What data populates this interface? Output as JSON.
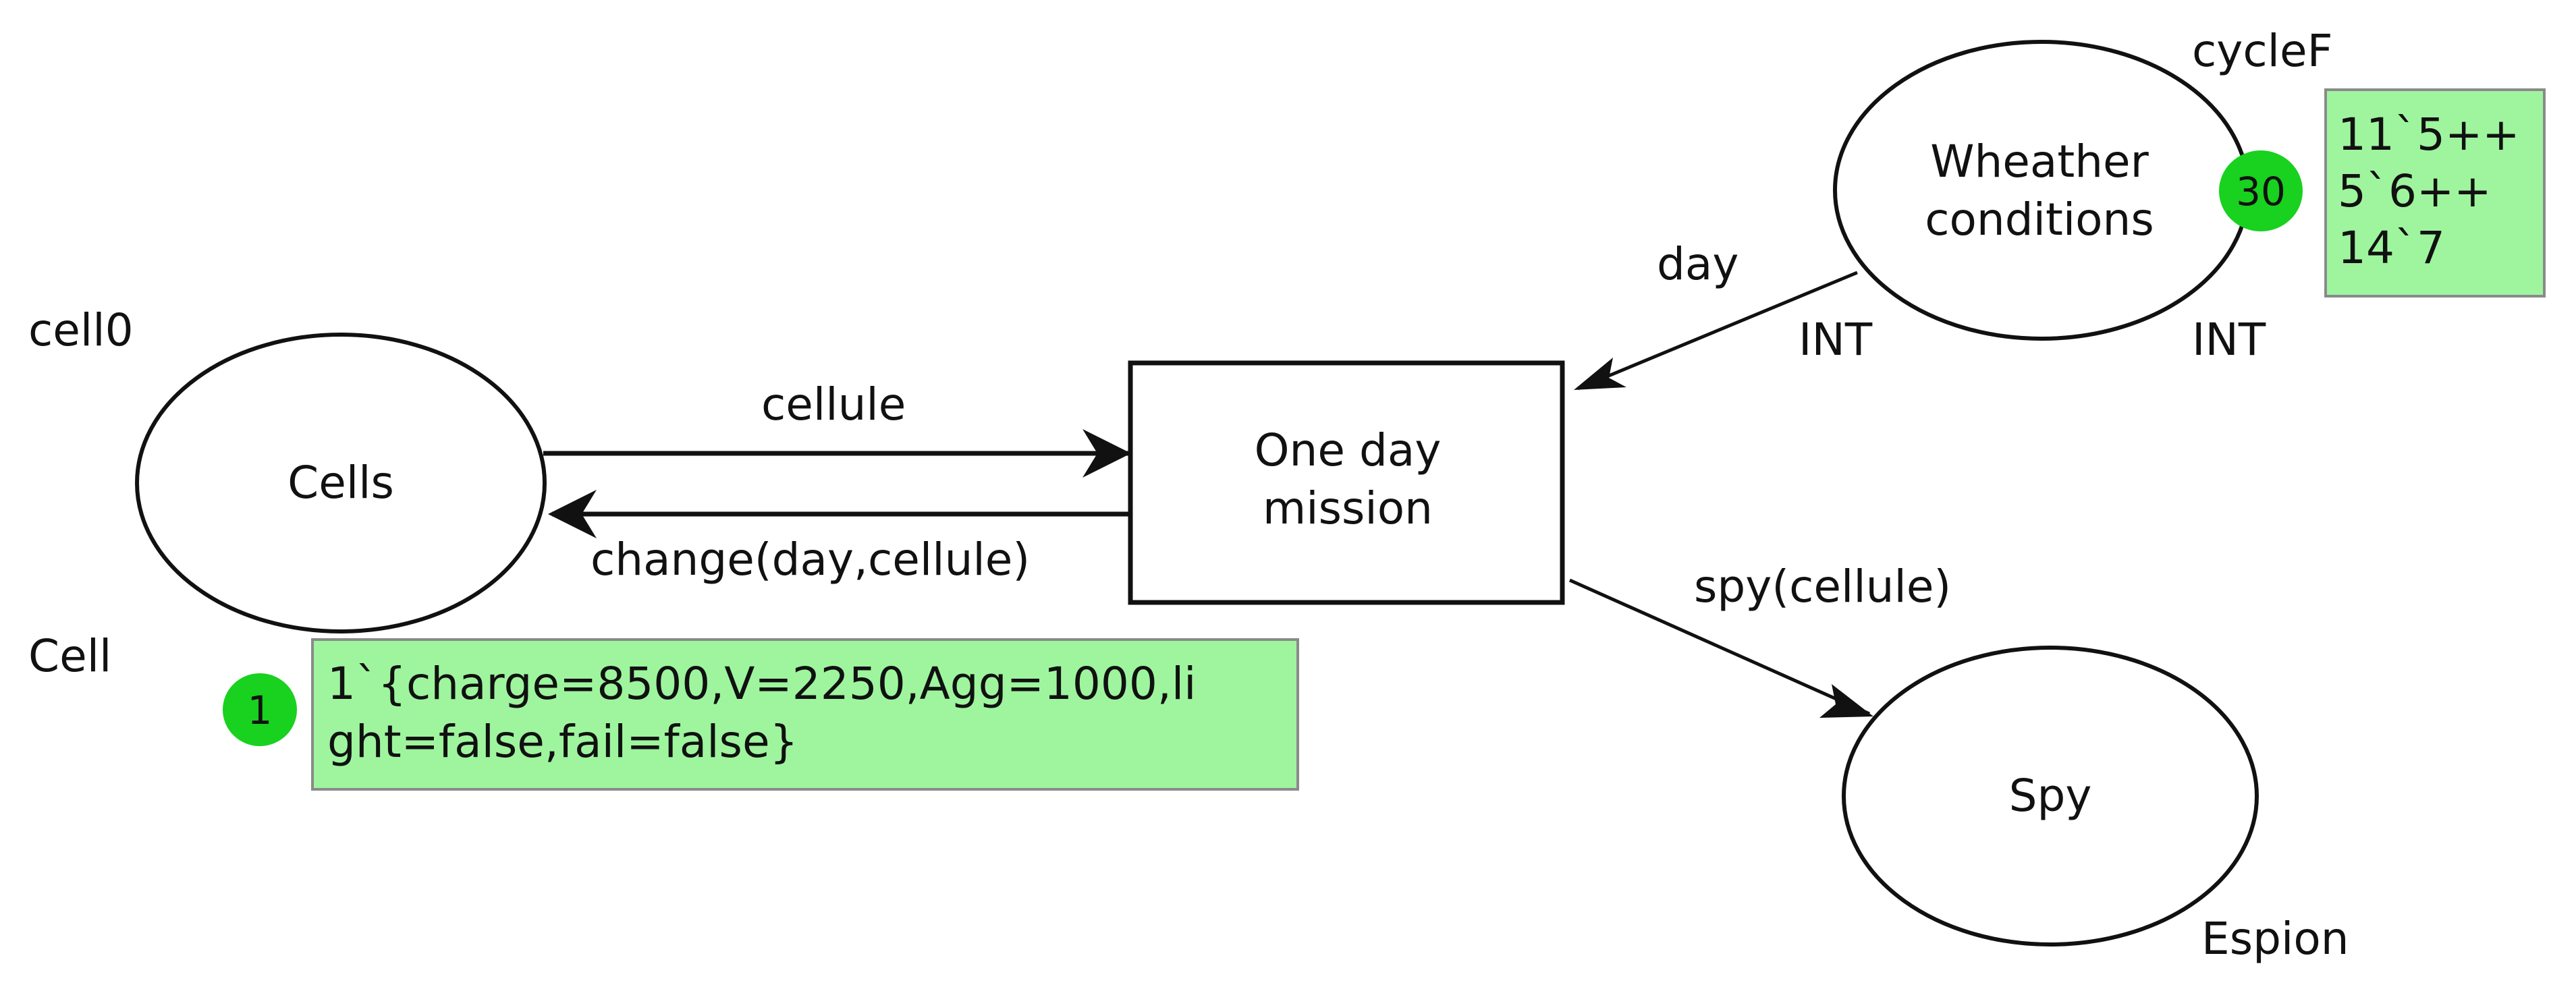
{
  "places": {
    "cells": {
      "name": "Cells",
      "initial_marking": "cell0",
      "color_set": "Cell",
      "token_count": "1",
      "marking": [
        "1`{charge=8500,V=2250,Agg=1000,li",
        "ght=false,fail=false}"
      ]
    },
    "weather": {
      "name": [
        "Wheather",
        "conditions"
      ],
      "initial_marking": "cycleF",
      "color_set": "INT",
      "token_count": "30",
      "marking": [
        "11`5++",
        "5`6++",
        "14`7"
      ]
    },
    "spy": {
      "name": "Spy",
      "color_set": "Espion"
    }
  },
  "transition": {
    "name": [
      "One day",
      "mission"
    ]
  },
  "arcs": {
    "cells_to_mission": "cellule",
    "mission_to_cells": "change(day,cellule)",
    "weather_to_mission": "day",
    "weather_type_label": "INT",
    "mission_to_spy": "spy(cellule)"
  },
  "colors": {
    "marking_fill": "#9ef59e",
    "token_fill": "#19d11f",
    "line": "#111111",
    "background": "#ffffff"
  }
}
